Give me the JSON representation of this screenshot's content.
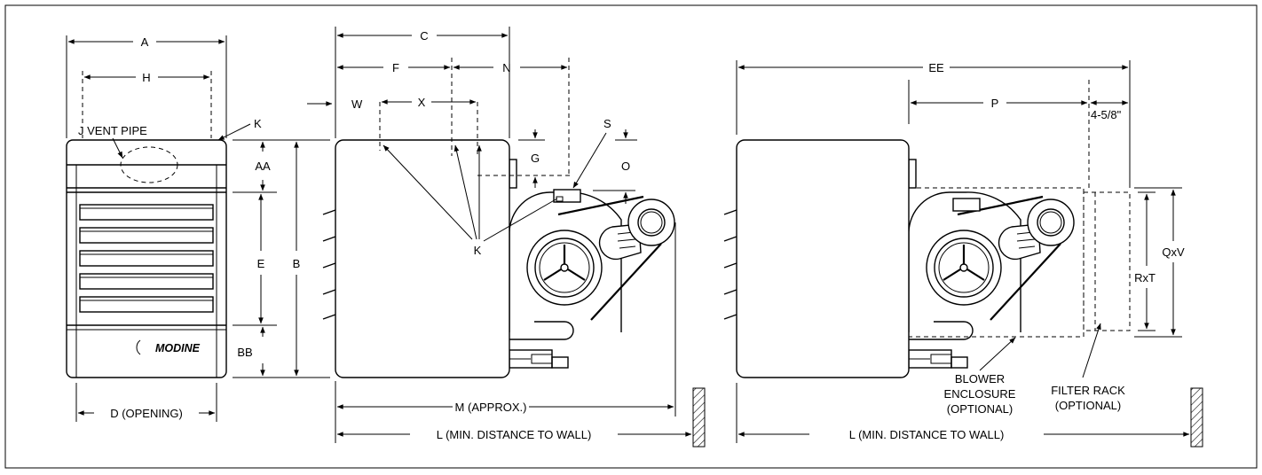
{
  "labels": {
    "A": "A",
    "H": "H",
    "J": "J VENT PIPE",
    "K_front": "K",
    "AA": "AA",
    "E": "E",
    "B": "B",
    "BB": "BB",
    "D": "D (OPENING)",
    "brand": "MODINE",
    "W": "W",
    "C": "C",
    "F": "F",
    "N": "N",
    "X": "X",
    "S": "S",
    "G": "G",
    "O": "O",
    "K_side": "K",
    "M": "M (APPROX.)",
    "L1": "L (MIN. DISTANCE TO WALL)",
    "EE": "EE",
    "P": "P",
    "offset": "4-5/8\"",
    "QxV": "QxV",
    "RxT": "RxT",
    "blower1": "BLOWER",
    "blower2": "ENCLOSURE",
    "blower3": "(OPTIONAL)",
    "filter1": "FILTER RACK",
    "filter2": "(OPTIONAL)",
    "L2": "L (MIN. DISTANCE TO WALL)"
  }
}
